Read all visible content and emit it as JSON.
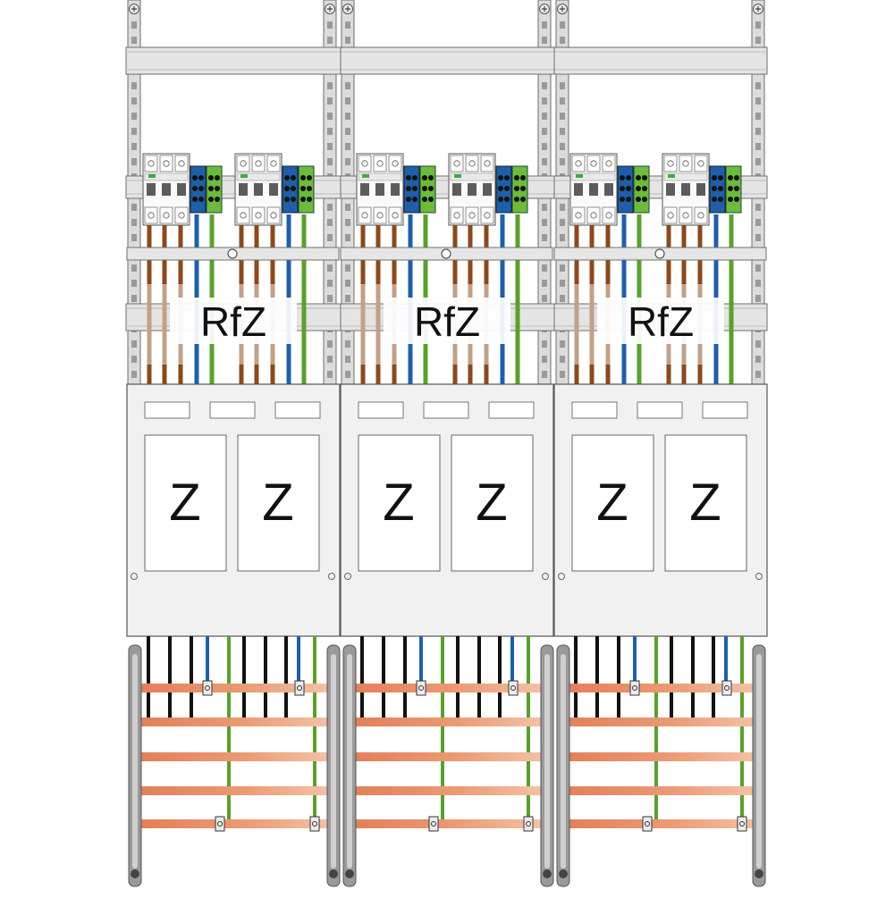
{
  "colors": {
    "brown": "#8a4a1c",
    "blue": "#1f5fa8",
    "green_yellow": "#5aa02c",
    "black": "#111111",
    "copper": "#e38860",
    "rail": "#dcdcdc",
    "panel": "#f1f1f1",
    "outline": "#6e6e6e"
  },
  "bays": [
    {
      "rfz_label": "RfZ",
      "meters": [
        {
          "label": "Z"
        },
        {
          "label": "Z"
        }
      ]
    },
    {
      "rfz_label": "RfZ",
      "meters": [
        {
          "label": "Z"
        },
        {
          "label": "Z"
        }
      ]
    },
    {
      "rfz_label": "RfZ",
      "meters": [
        {
          "label": "Z"
        },
        {
          "label": "Z"
        }
      ]
    }
  ]
}
